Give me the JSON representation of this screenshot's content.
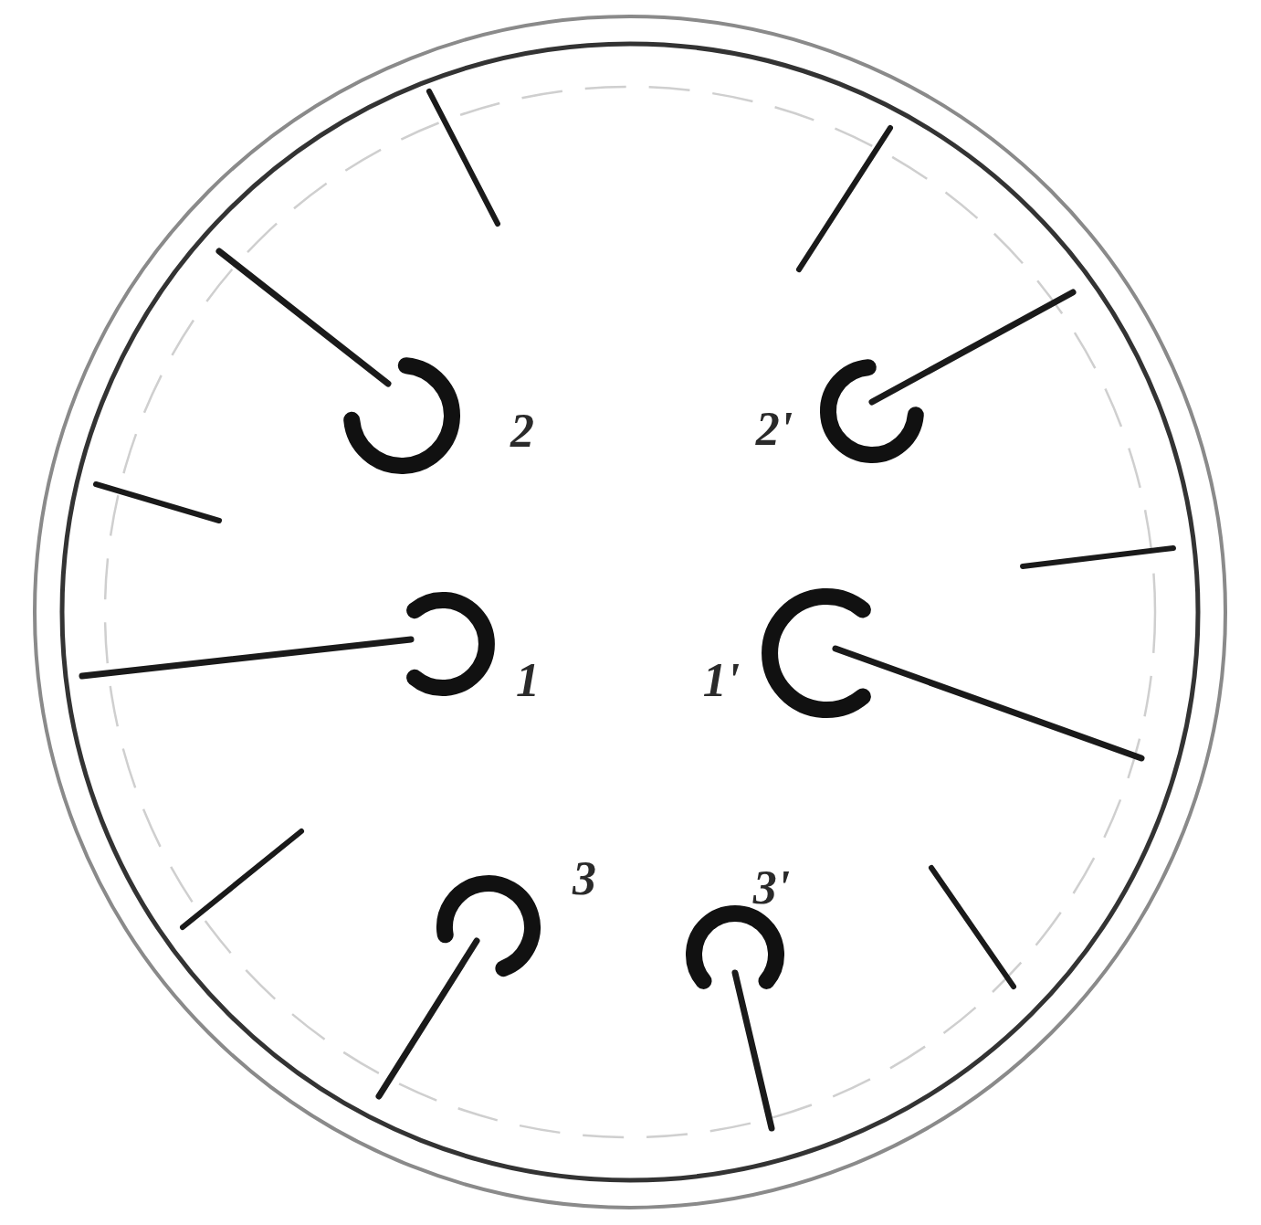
{
  "diagram": {
    "labels": [
      "2",
      "2'",
      "1",
      "1'",
      "3",
      "3'"
    ]
  }
}
